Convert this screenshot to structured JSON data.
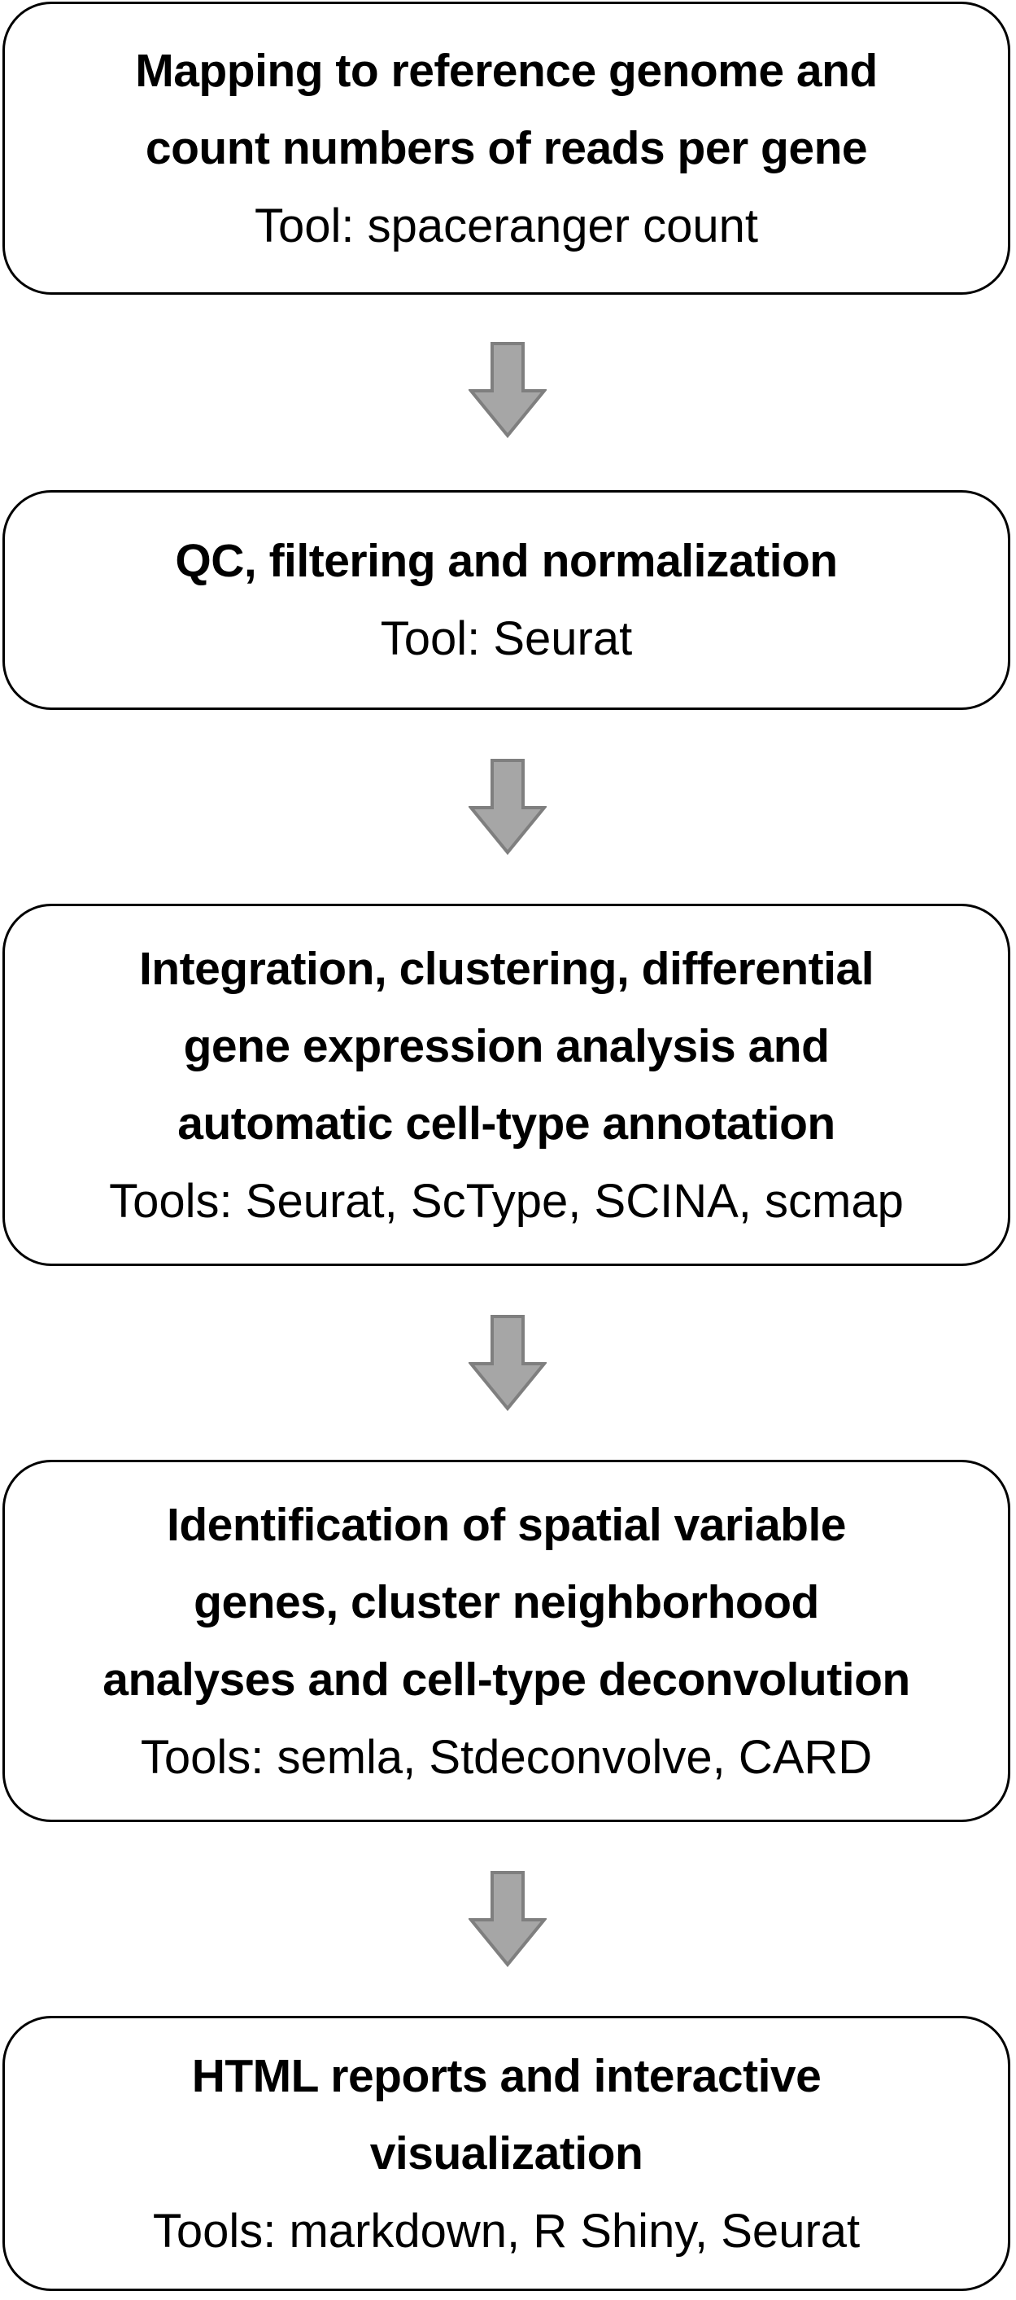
{
  "steps": [
    {
      "title_lines": [
        "Mapping to reference genome and",
        "count numbers of reads per gene"
      ],
      "tools": "Tool: spaceranger count"
    },
    {
      "title_lines": [
        "QC, filtering and normalization"
      ],
      "tools": "Tool: Seurat"
    },
    {
      "title_lines": [
        "Integration, clustering, differential",
        "gene expression analysis and",
        "automatic cell-type annotation"
      ],
      "tools": "Tools: Seurat, ScType, SCINA, scmap"
    },
    {
      "title_lines": [
        "Identification of spatial variable",
        "genes, cluster neighborhood",
        "analyses and cell-type deconvolution"
      ],
      "tools": "Tools: semla, Stdeconvolve, CARD"
    },
    {
      "title_lines": [
        "HTML reports and interactive",
        "visualization"
      ],
      "tools": "Tools: markdown, R Shiny, Seurat"
    }
  ],
  "colors": {
    "box_border": "#000000",
    "arrow_fill": "#a6a6a6",
    "arrow_stroke": "#7f7f7f"
  },
  "icons": {
    "connector": "down-arrow-icon"
  }
}
